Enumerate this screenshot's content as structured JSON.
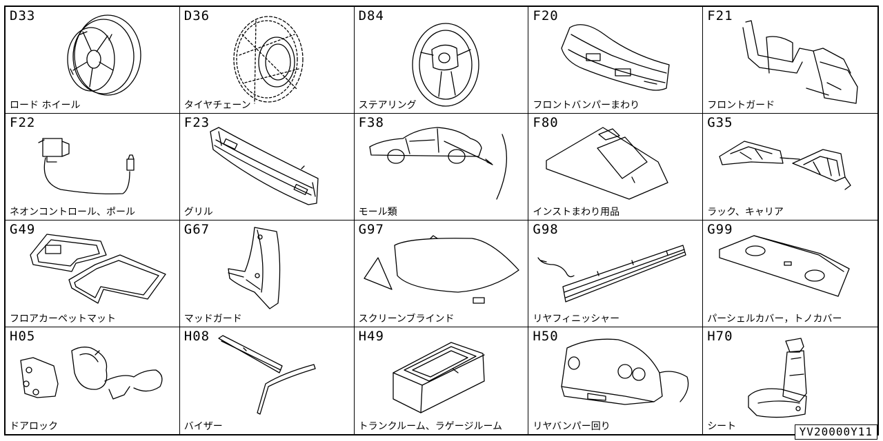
{
  "parts": [
    {
      "code": "D33",
      "label": "ロード ホイール",
      "icon": "road-wheel-icon"
    },
    {
      "code": "D36",
      "label": "タイヤチェーン",
      "icon": "tire-chain-icon"
    },
    {
      "code": "D84",
      "label": "ステアリング",
      "icon": "steering-wheel-icon"
    },
    {
      "code": "F20",
      "label": "フロントバンパーまわり",
      "icon": "front-bumper-icon"
    },
    {
      "code": "F21",
      "label": "フロントガード",
      "icon": "front-guard-icon"
    },
    {
      "code": "F22",
      "label": "ネオンコントロール、ポール",
      "icon": "neon-control-pole-icon"
    },
    {
      "code": "F23",
      "label": "グリル",
      "icon": "grille-icon"
    },
    {
      "code": "F38",
      "label": "モール類",
      "icon": "molding-icon"
    },
    {
      "code": "F80",
      "label": "インストまわり用品",
      "icon": "instrument-panel-icon"
    },
    {
      "code": "G35",
      "label": "ラック、キャリア",
      "icon": "roof-rack-icon"
    },
    {
      "code": "G49",
      "label": "フロアカーペットマット",
      "icon": "floor-mat-icon"
    },
    {
      "code": "G67",
      "label": "マッドガード",
      "icon": "mud-guard-icon"
    },
    {
      "code": "G97",
      "label": "スクリーンブラインド",
      "icon": "screen-blind-icon"
    },
    {
      "code": "G98",
      "label": "リヤフィニッシャー",
      "icon": "rear-finisher-icon"
    },
    {
      "code": "G99",
      "label": "パーシェルカバー，トノカバー",
      "icon": "parcel-shelf-cover-icon"
    },
    {
      "code": "H05",
      "label": "ドアロック",
      "icon": "door-lock-icon"
    },
    {
      "code": "H08",
      "label": "バイザー",
      "icon": "visor-icon"
    },
    {
      "code": "H49",
      "label": "トランクルーム、ラゲージルーム",
      "icon": "trunk-box-icon"
    },
    {
      "code": "H50",
      "label": "リヤバンパー回り",
      "icon": "rear-bumper-icon"
    },
    {
      "code": "H70",
      "label": "シート",
      "icon": "seat-icon"
    }
  ],
  "drawing_id": "YV20000Y11"
}
